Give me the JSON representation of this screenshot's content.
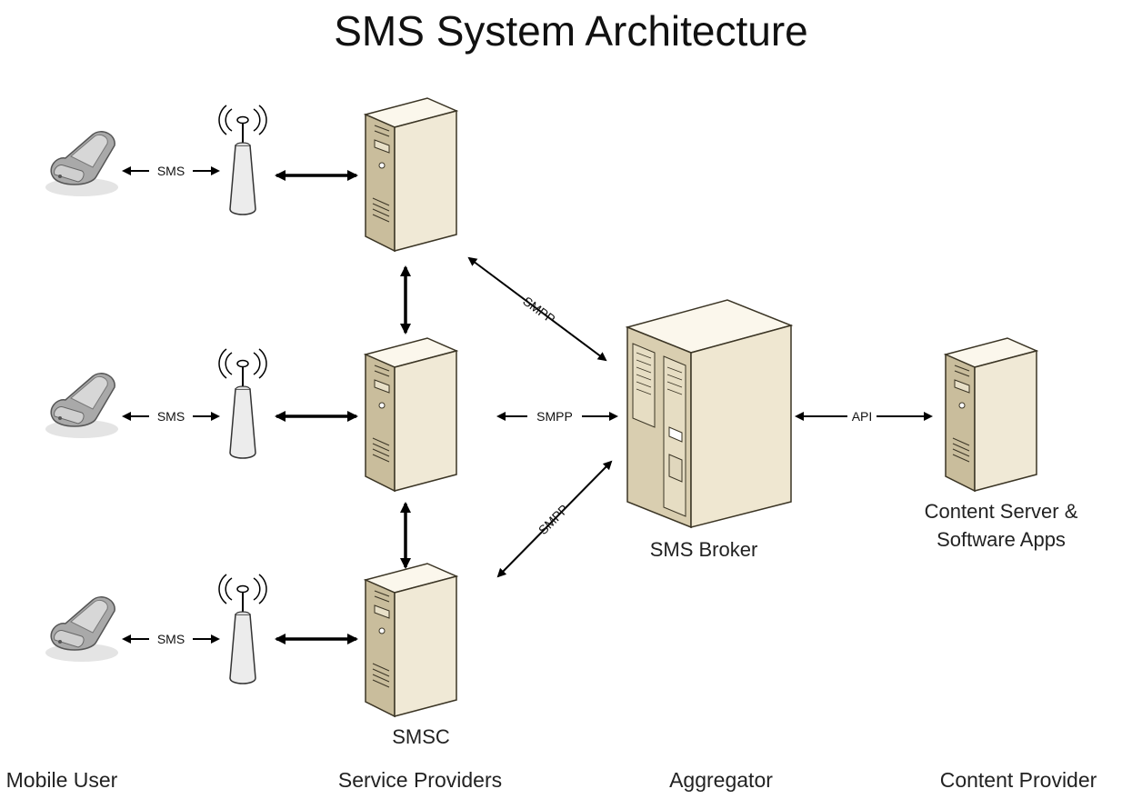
{
  "title": "SMS System Architecture",
  "columns": {
    "mobile_user": "Mobile User",
    "service_providers": "Service Providers",
    "aggregator": "Aggregator",
    "content_provider": "Content Provider"
  },
  "nodes": {
    "smsc": "SMSC",
    "broker": "SMS Broker",
    "content_server_line1": "Content Server &",
    "content_server_line2": "Software Apps"
  },
  "links": {
    "sms_1": "SMS",
    "sms_2": "SMS",
    "sms_3": "SMS",
    "smpp_top": "SMPP",
    "smpp_mid": "SMPP",
    "smpp_bottom": "SMPP",
    "api": "API"
  },
  "colors": {
    "server_front": "#f0e9d6",
    "server_side": "#c9bd9c",
    "server_top": "#fbf7ec",
    "phone_body": "#bdbdbd",
    "tower": "#e3e3e3"
  },
  "icons": {
    "phone": "mobile-phone-icon",
    "tower": "antenna-tower-icon",
    "server": "server-icon",
    "broker": "server-cabinet-icon"
  }
}
